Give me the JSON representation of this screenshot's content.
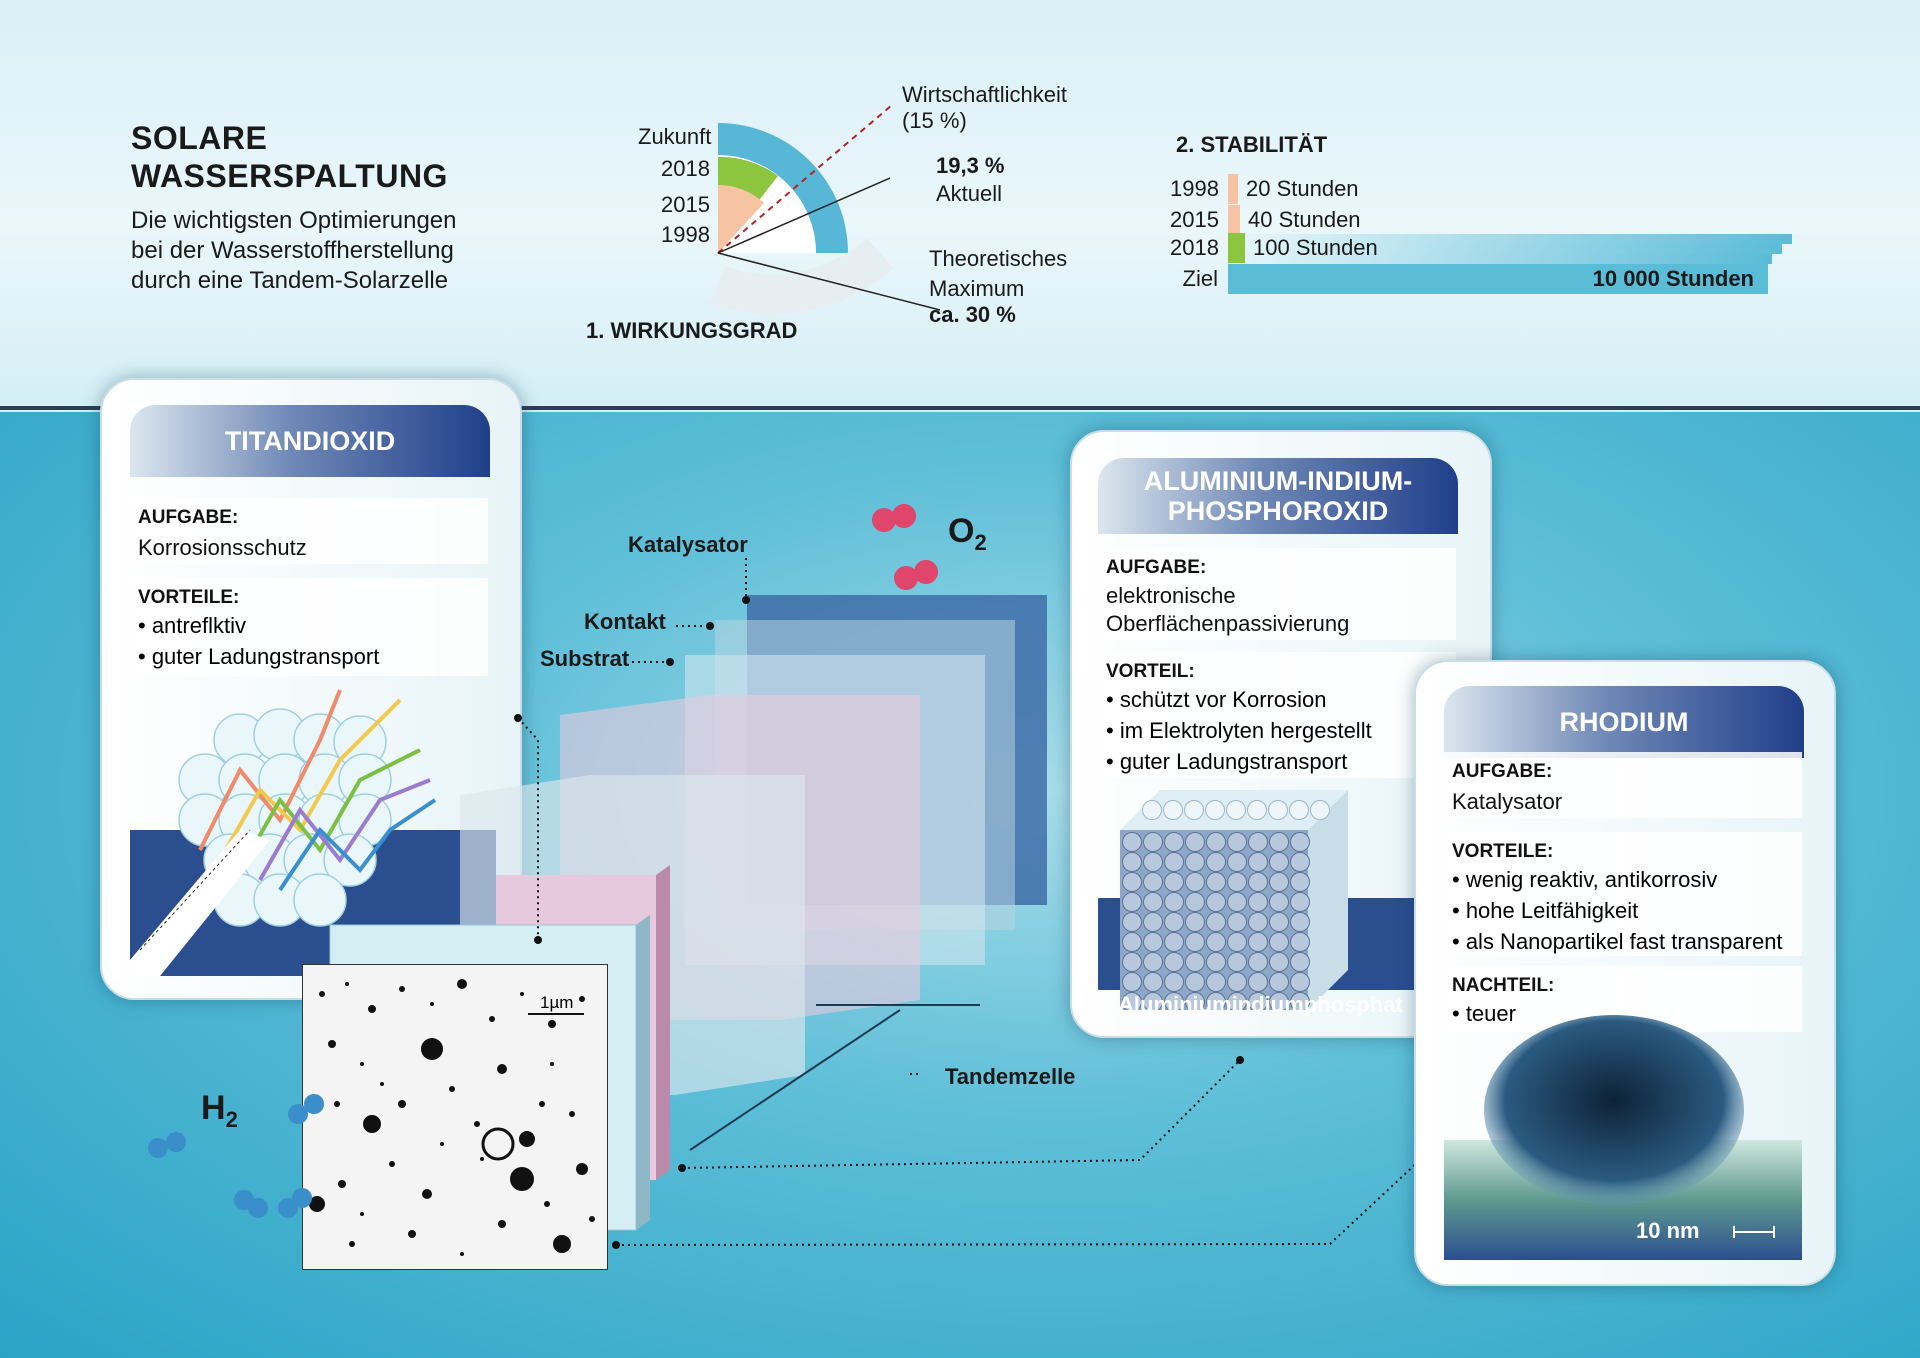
{
  "header": {
    "title_line1": "SOLARE",
    "title_line2": "WASSERSPALTUNG",
    "subtitle_line1": "Die wichtigsten Optimierungen",
    "subtitle_line2": "bei der Wasserstoffherstellung",
    "subtitle_line3": "durch eine Tandem-Solarzelle"
  },
  "efficiency": {
    "heading": "1. WIRKUNGSGRAD",
    "ring_labels": [
      "Zukunft",
      "2018",
      "2015",
      "1998"
    ],
    "economy_label_line1": "Wirtschaftlichkeit",
    "economy_label_line2": "(15 %)",
    "current_value": "19,3 %",
    "current_label": "Aktuell",
    "theory_label_line1": "Theoretisches",
    "theory_label_line2": "Maximum",
    "theory_value": "ca. 30 %",
    "colors": {
      "1998": "#f6c4a2",
      "2015": "#f6c4a2",
      "2018": "#8cc63f",
      "Zukunft": "#58b7d6"
    }
  },
  "chart_data": {
    "type": "bar",
    "title": "2. STABILITÄT",
    "categories": [
      "1998",
      "2015",
      "2018",
      "Ziel"
    ],
    "values": [
      20,
      40,
      100,
      10000
    ],
    "value_labels": [
      "20 Stunden",
      "40 Stunden",
      "100 Stunden",
      "10 000 Stunden"
    ],
    "colors": [
      "#f6c4a2",
      "#f6c4a2",
      "#8cc63f",
      "#5bbcd8"
    ]
  },
  "titan_card": {
    "title": "TITANDIOXID",
    "task_heading": "AUFGABE:",
    "task_text": "Korrosionsschutz",
    "adv_heading": "VORTEILE:",
    "adv_items": [
      "• antreflktiv",
      "• guter Ladungstransport"
    ]
  },
  "alu_card": {
    "title_line1": "ALUMINIUM-INDIUM-",
    "title_line2": "PHOSPHOROXID",
    "task_heading": "AUFGABE:",
    "task_line1": "elektronische",
    "task_line2": "Oberflächenpassivierung",
    "adv_heading": "VORTEIL:",
    "adv_items": [
      "• schützt vor Korrosion",
      "• im Elektrolyten hergestellt",
      "• guter Ladungstransport"
    ],
    "image_caption": "Aluminiumindiumphosphat"
  },
  "rhodium_card": {
    "title": "RHODIUM",
    "task_heading": "AUFGABE:",
    "task_text": "Katalysator",
    "adv_heading": "VORTEILE:",
    "adv_items": [
      "• wenig reaktiv, antikorrosiv",
      "• hohe Leitfähigkeit",
      "• als Nanopartikel fast transparent"
    ],
    "con_heading": "NACHTEIL:",
    "con_items": [
      "• teuer"
    ],
    "scale_label": "10 nm"
  },
  "layers": {
    "catalyst": "Katalysator",
    "contact": "Kontakt",
    "substrate": "Substrat",
    "tandem": "Tandemzelle",
    "micro_scale": "1µm",
    "o2": "O",
    "o2_sub": "2",
    "h2": "H",
    "h2_sub": "2"
  }
}
